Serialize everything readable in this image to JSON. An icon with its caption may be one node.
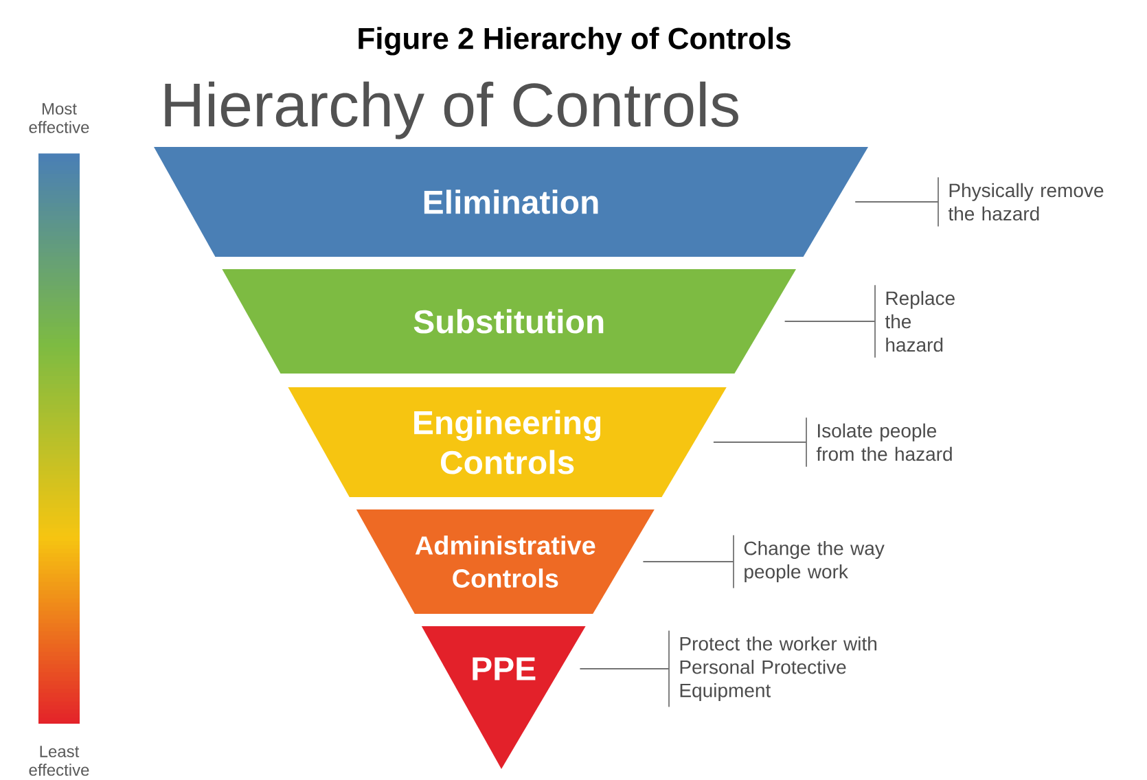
{
  "diagram": {
    "title": "Hierarchy of Controls",
    "caption": "Figure 2 Hierarchy of Controls",
    "nodes": [
      {
        "text": [
          "Elimination"
        ]
      },
      {
        "text": [
          "Substitution"
        ]
      },
      {
        "text": [
          "Engineering Controls"
        ]
      },
      {
        "text": [
          "Administrative Controls"
        ]
      },
      {
        "text": [
          "PPE"
        ]
      },
      {
        "text": [
          "Physically remove the hazard"
        ]
      },
      {
        "text": [
          "Replace the hazard"
        ]
      },
      {
        "text": [
          "Isolate people from the hazard"
        ]
      },
      {
        "text": [
          "Change the way people work"
        ]
      },
      {
        "text": [
          "Protect the worker with Personal Protective Equipment"
        ]
      }
    ],
    "edges": [
      {
        "from": 5,
        "to": 0,
        "arrow": "none"
      },
      {
        "from": 6,
        "to": 1,
        "arrow": "none"
      },
      {
        "from": 7,
        "to": 2,
        "arrow": "none"
      },
      {
        "from": 8,
        "to": 3,
        "arrow": "none"
      },
      {
        "from": 9,
        "to": 4,
        "arrow": "none"
      }
    ],
    "labels": [
      "Most effective",
      "Least effective"
    ]
  }
}
